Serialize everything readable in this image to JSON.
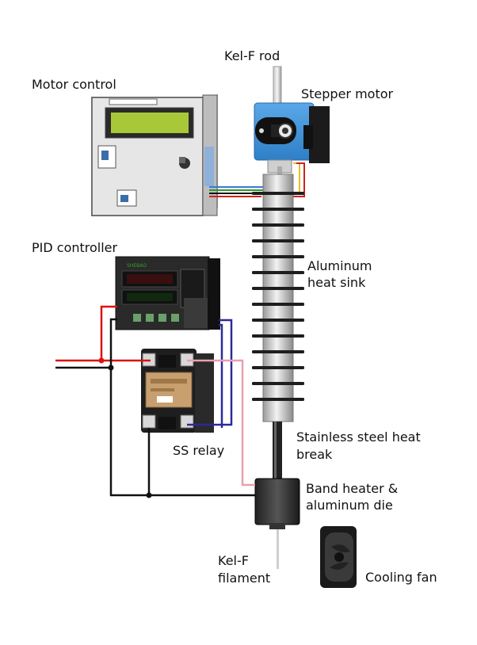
{
  "labels": {
    "kelf_rod": "Kel-F rod",
    "motor_control": "Motor control",
    "stepper_motor": "Stepper motor",
    "pid_controller": "PID controller",
    "heat_sink_line1": "Aluminum",
    "heat_sink_line2": "heat sink",
    "heat_break_line1": "Stainless steel heat",
    "heat_break_line2": "break",
    "ss_relay": "SS relay",
    "band_heater_line1": "Band heater &",
    "band_heater_line2": "aluminum die",
    "filament_line1": "Kel-F",
    "filament_line2": "filament",
    "cooling_fan": "Cooling fan"
  },
  "wire_colors": {
    "live": "#dd1111",
    "neutral": "#111111",
    "control": "#2a2a9a",
    "heater": "#e8a0b0"
  }
}
